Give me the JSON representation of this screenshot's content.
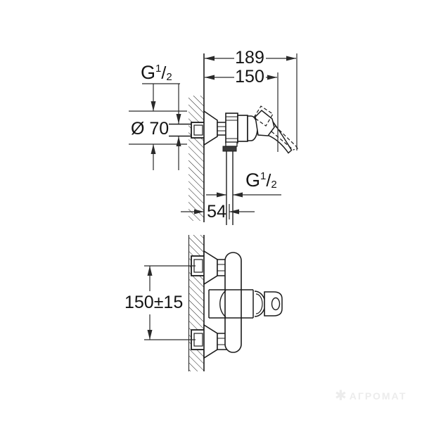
{
  "drawing": {
    "type": "technical-dimension-drawing",
    "subject": "wall-mounted single-lever shower mixer, side view (top) and plan view (bottom)",
    "colors": {
      "background": "#ffffff",
      "line": "#1c1c1c",
      "dimension_line": "#2a2a2a",
      "text": "#141414",
      "watermark": "#ececec"
    }
  },
  "labels": {
    "dim_189": "189",
    "dim_150": "150",
    "dim_54": "54",
    "dim_height": "150±15",
    "dim_diameter": "Ø 70",
    "thread_top": {
      "base": "G",
      "numerator": "1",
      "slash": "/",
      "denominator": "2"
    },
    "thread_outlet": {
      "base": "G",
      "numerator": "1",
      "slash": "/",
      "denominator": "2"
    }
  },
  "watermark": {
    "logo_glyph": "✱",
    "text": "АГРОМАТ"
  }
}
